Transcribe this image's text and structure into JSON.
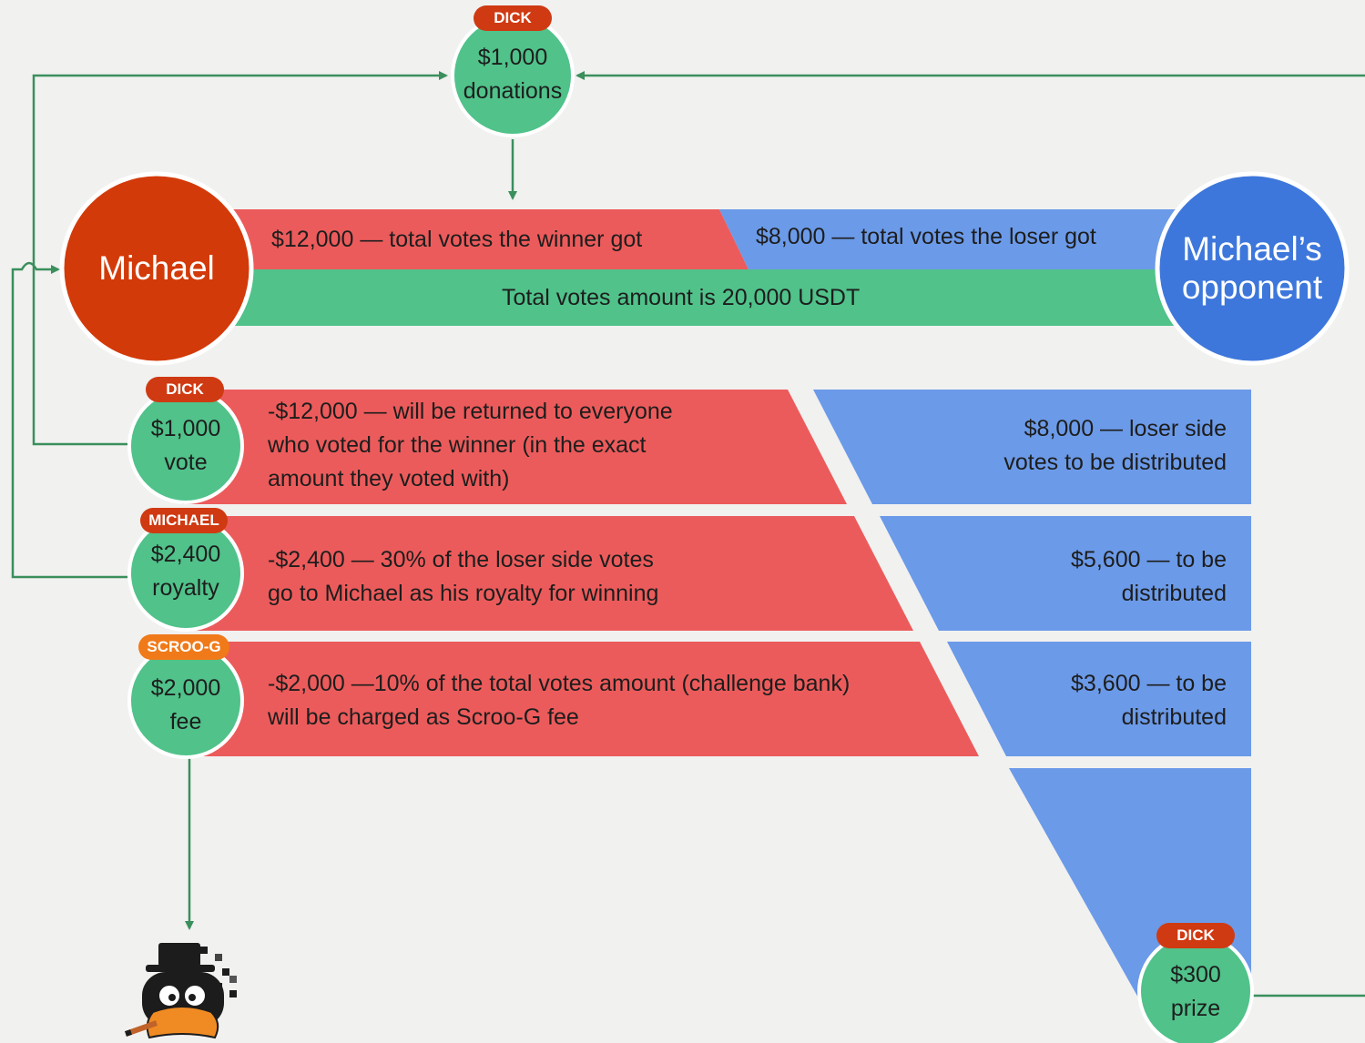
{
  "colors": {
    "background": "#f1f1f0",
    "winner_red": "#ec5b5b",
    "loser_blue": "#6b9ae8",
    "total_green": "#50c28a",
    "michael_red": "#d33a09",
    "opponent_blue": "#3d77db",
    "arrow_green": "#3a8f5c",
    "tag_dick": "#cf3a12",
    "tag_scroog": "#f07a19"
  },
  "top_node": {
    "tag": "DICK",
    "amount": "$1,000",
    "label": "donations"
  },
  "michael": {
    "name": "Michael"
  },
  "opponent": {
    "name_line1": "Michael’s",
    "name_line2": "opponent"
  },
  "top_bar": {
    "winner_text": "$12,000 — total votes the winner got",
    "loser_text": "$8,000 — total votes the loser got",
    "total_text": "Total votes amount is 20,000 USDT"
  },
  "rows": [
    {
      "tag": "DICK",
      "amount": "$1,000",
      "label": "vote",
      "red_lines": [
        "-$12,000 — will be returned to everyone",
        "who voted for the winner (in the exact",
        "amount they voted with)"
      ],
      "blue_lines": [
        "$8,000 — loser side",
        "votes to be distributed"
      ]
    },
    {
      "tag": "MICHAEL",
      "amount": "$2,400",
      "label": "royalty",
      "red_lines": [
        "-$2,400 — 30% of the loser side votes",
        "go to Michael as his royalty for winning"
      ],
      "blue_lines": [
        "$5,600 — to be",
        "distributed"
      ]
    },
    {
      "tag": "SCROO-G",
      "amount": "$2,000",
      "label": "fee",
      "red_lines": [
        "-$2,000 —10% of the total votes amount (challenge bank)",
        "will be charged as Scroo-G fee"
      ],
      "blue_lines": [
        "$3,600 — to be",
        "distributed"
      ]
    }
  ],
  "prize_node": {
    "tag": "DICK",
    "amount": "$300",
    "label": "prize"
  },
  "icons": [
    "duck-mascot-icon",
    "arrow-icon"
  ]
}
